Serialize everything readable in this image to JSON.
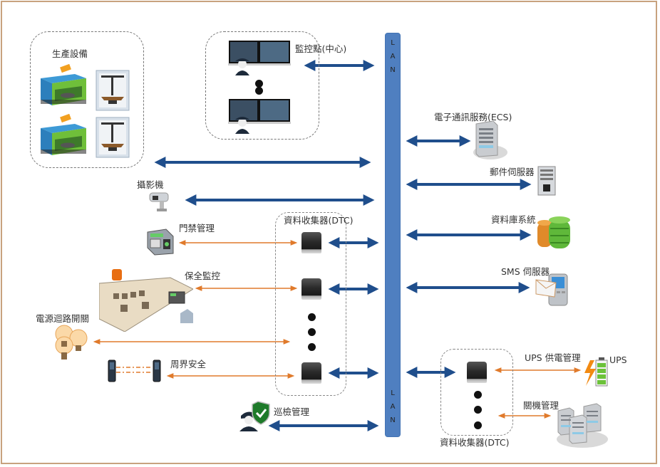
{
  "diagram": {
    "title": "",
    "lan": {
      "letters_top": [
        "L",
        "A",
        "N"
      ],
      "letters_bottom": [
        "L",
        "A",
        "N"
      ],
      "color": "#4f7fc0"
    },
    "colors": {
      "lan_link": "#1f4e8c",
      "device_link": "#e07a2b",
      "frame": "#c8a27e",
      "dashed_border": "#777777"
    },
    "groups": {
      "production": {
        "label": "生產設備",
        "items": [
          "machining-center",
          "3d-printer",
          "machining-center",
          "3d-printer"
        ]
      },
      "monitor_center": {
        "label": "監控點(中心)",
        "items": [
          "guard-workstation",
          "guard-workstation"
        ]
      },
      "dtc_left": {
        "label": "資料收集器(DTC)"
      },
      "dtc_right": {
        "label": "資料收集器(DTC)"
      }
    },
    "left_devices": [
      {
        "id": "camera",
        "label": "攝影機",
        "link": "lan"
      },
      {
        "id": "access",
        "label": "門禁管理",
        "link": "dtc"
      },
      {
        "id": "security",
        "label": "保全監控",
        "link": "dtc"
      },
      {
        "id": "power",
        "label": "電源迴路開關",
        "link": "dtc"
      },
      {
        "id": "perimeter",
        "label": "周界安全",
        "link": "dtc"
      },
      {
        "id": "patrol",
        "label": "巡檢管理",
        "link": "lan"
      }
    ],
    "right_services": [
      {
        "id": "ecs",
        "label": "電子通訊服務(ECS)"
      },
      {
        "id": "mail",
        "label": "郵件伺服器"
      },
      {
        "id": "db",
        "label": "資料庫系統"
      },
      {
        "id": "sms",
        "label": "SMS 伺服器"
      }
    ],
    "right_dtc_devices": [
      {
        "id": "ups",
        "label": "UPS 供電管理",
        "device_label": "UPS"
      },
      {
        "id": "shutdown",
        "label": "關機管理"
      }
    ]
  }
}
